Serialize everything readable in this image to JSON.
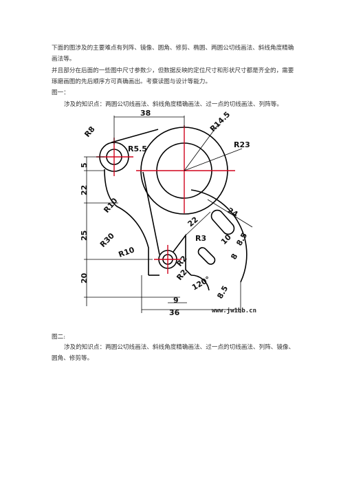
{
  "paragraphs": {
    "intro": "下面的图涉及的主要难点有列阵、镜像、圆角、修剪、椭圆、两圆公切线画法、斜线角度精确画法等。",
    "note": "并且部分在后面的一些图中尺寸参数少，但数据反映的定位尺寸和形状尺寸都是齐全的，需要琢磨画图的先后顺序方可真确画出。考察读图与设计等能力。",
    "fig1_label": "图一：",
    "fig1_points": "涉及的知识点：两圆公切线画法、斜线角度精确画法、过一点的切线画法、列阵等。",
    "fig2_label": "图二:",
    "fig2_points": "涉及的知识点：两圆公切线画法、斜线角度精确画法、过一点的切线画法、列阵、镜像、圆角、修剪等。"
  },
  "figure": {
    "dims": {
      "d38": "38",
      "r14_5": "R14.5",
      "r23": "R23",
      "r8": "R8",
      "r5_5": "R5.5",
      "d5": "5",
      "d22v": "22",
      "r10a": "R10",
      "d25": "25",
      "r30": "R30",
      "r10b": "R10",
      "d20": "20",
      "d24": "24",
      "d22": "22",
      "r3": "R3",
      "d10": "10",
      "d8_5a": "8.5",
      "d8": "8",
      "d8_5b": "8.5",
      "r2a": "R2",
      "r2b": "R2",
      "a120": "120°",
      "d9": "9",
      "d36": "36"
    },
    "watermark": "www.jw1bb.cn",
    "colors": {
      "line": "#000000",
      "center": "#d0021b"
    }
  }
}
